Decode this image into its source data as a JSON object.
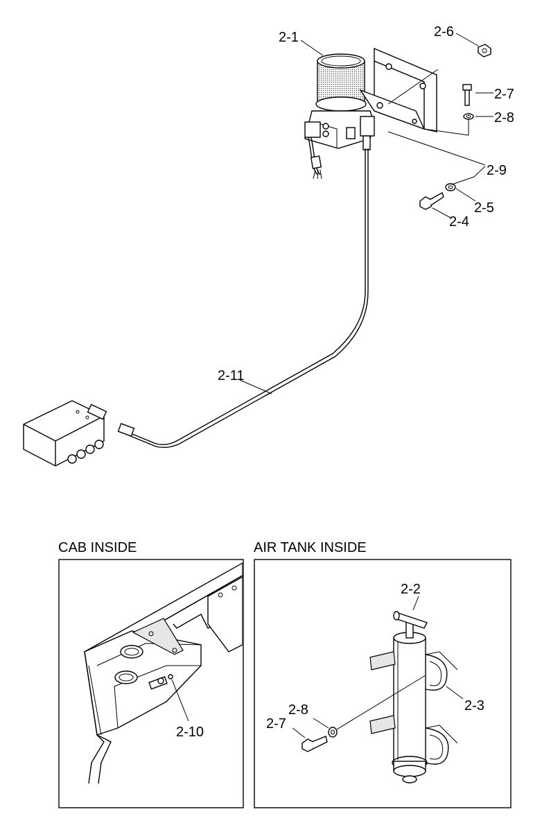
{
  "callouts": {
    "c2_1": "2-1",
    "c2_6": "2-6",
    "c2_7": "2-7",
    "c2_8": "2-8",
    "c2_9": "2-9",
    "c2_5": "2-5",
    "c2_4": "2-4",
    "c2_11": "2-11",
    "c2_10": "2-10",
    "c2_2": "2-2",
    "c2_3": "2-3",
    "c2_8b": "2-8",
    "c2_7b": "2-7"
  },
  "panels": {
    "cab_title": "CAB INSIDE",
    "air_tank_title": "AIR TANK INSIDE"
  }
}
